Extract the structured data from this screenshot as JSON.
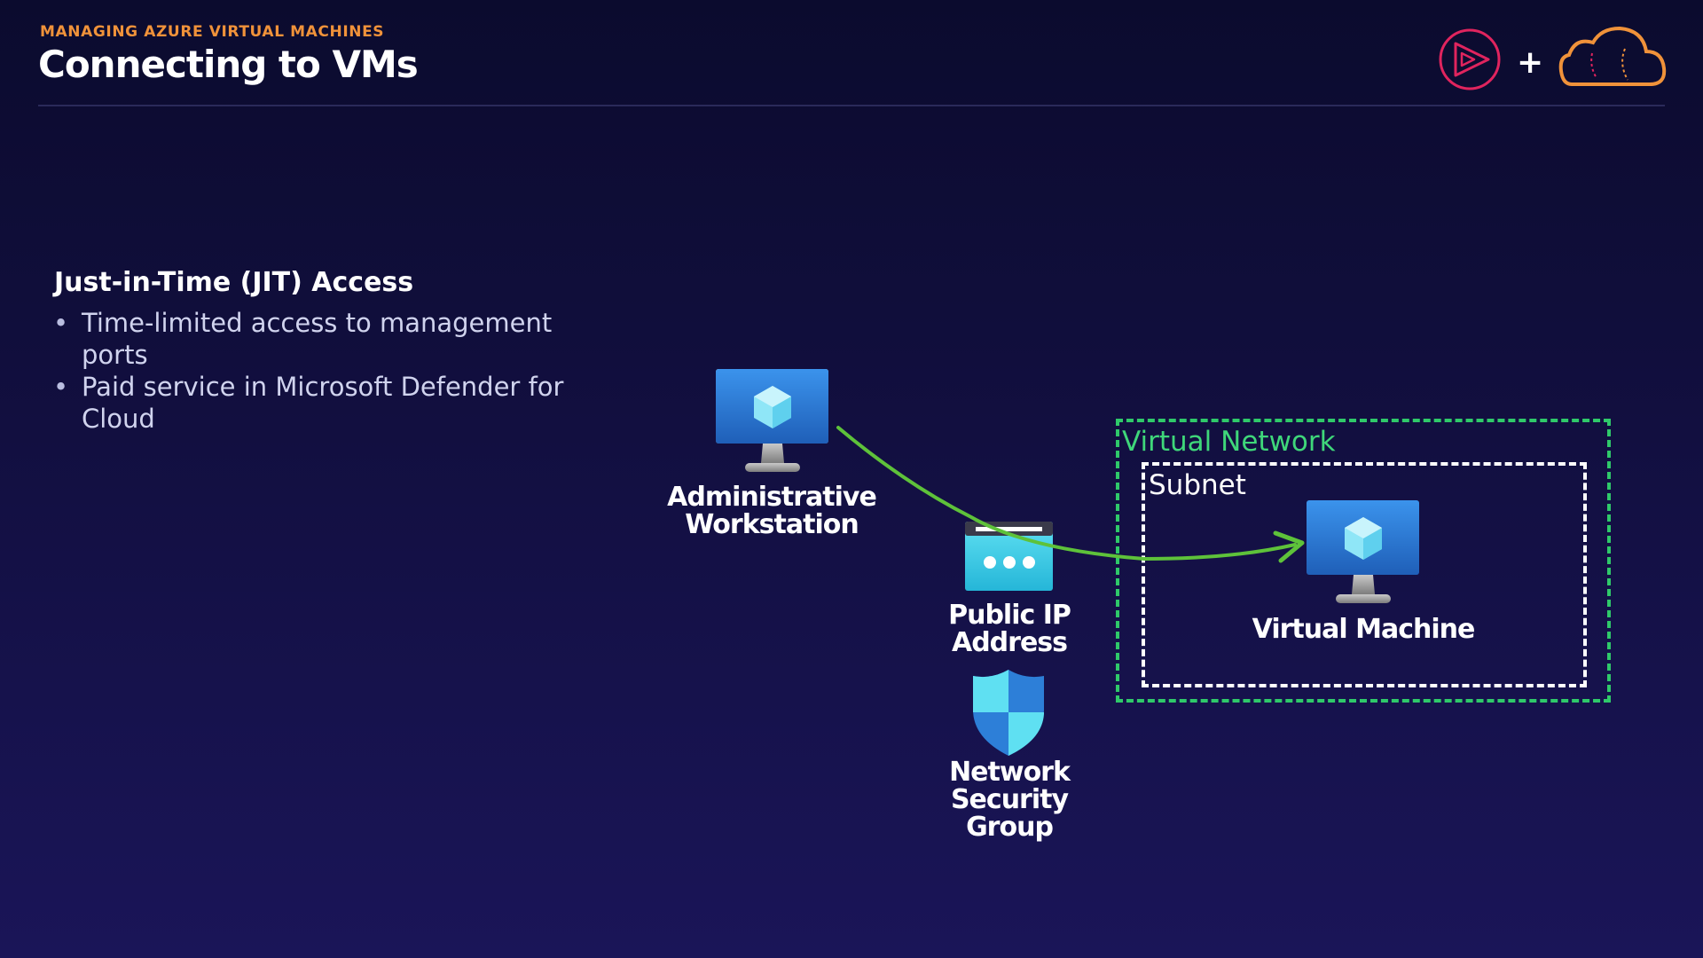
{
  "header": {
    "eyebrow": "MANAGING AZURE VIRTUAL MACHINES",
    "title": "Connecting to VMs",
    "plus": "+"
  },
  "content": {
    "heading": "Just-in-Time (JIT) Access",
    "bullets": [
      "Time-limited access to management ports",
      "Paid service in Microsoft Defender for Cloud"
    ]
  },
  "diagram": {
    "admin_line1": "Administrative",
    "admin_line2": "Workstation",
    "pip_line1": "Public IP",
    "pip_line2": "Address",
    "nsg_line1": "Network",
    "nsg_line2": "Security",
    "nsg_line3": "Group",
    "vnet_label": "Virtual Network",
    "subnet_label": "Subnet",
    "vm_label": "Virtual Machine"
  },
  "icons": {
    "logo_left": "play-logo-icon",
    "logo_right": "cloud-logo-icon",
    "workstation": "monitor-icon",
    "vm": "monitor-icon",
    "public_ip": "public-ip-icon",
    "nsg": "shield-icon",
    "arrow": "arrow-icon"
  },
  "colors": {
    "accent_orange": "#f0923a",
    "network_green": "#2fc96a",
    "arrow_green": "#5ec23a",
    "azure_blue": "#2d7fd8"
  }
}
